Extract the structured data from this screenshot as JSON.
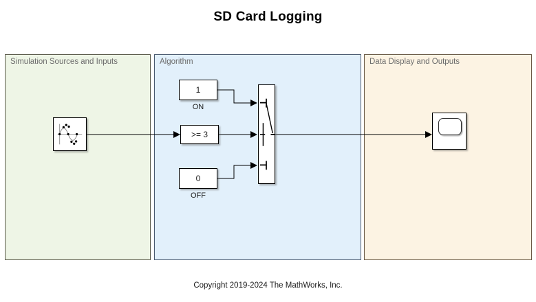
{
  "title": "SD Card Logging",
  "copyright": "Copyright 2019-2024 The MathWorks, Inc.",
  "panels": [
    {
      "id": "sources",
      "label": "Simulation Sources and Inputs",
      "color": "#eef5e6"
    },
    {
      "id": "algorithm",
      "label": "Algorithm",
      "color": "#e2f0fb"
    },
    {
      "id": "outputs",
      "label": "Data Display and Outputs",
      "color": "#fcf3e3"
    }
  ],
  "blocks": {
    "signal_source": {
      "name": "signal-editor-block",
      "icon": "sine-wave-with-markers-icon",
      "text": ""
    },
    "const_on": {
      "name": "constant-on-block",
      "value": "1",
      "caption": "ON"
    },
    "compare": {
      "name": "compare-to-constant-block",
      "value": ">= 3"
    },
    "const_off": {
      "name": "constant-off-block",
      "value": "0",
      "caption": "OFF"
    },
    "switch": {
      "name": "switch-block",
      "icon": "switch-icon"
    },
    "scope": {
      "name": "scope-block",
      "icon": "scope-icon"
    }
  },
  "signals": [
    {
      "name": "source-to-compare",
      "from": "signal_source",
      "to": "compare"
    },
    {
      "name": "on-to-switch",
      "from": "const_on",
      "to": "switch"
    },
    {
      "name": "compare-to-switch",
      "from": "compare",
      "to": "switch"
    },
    {
      "name": "off-to-switch",
      "from": "const_off",
      "to": "switch"
    },
    {
      "name": "switch-to-scope",
      "from": "switch",
      "to": "scope"
    }
  ]
}
